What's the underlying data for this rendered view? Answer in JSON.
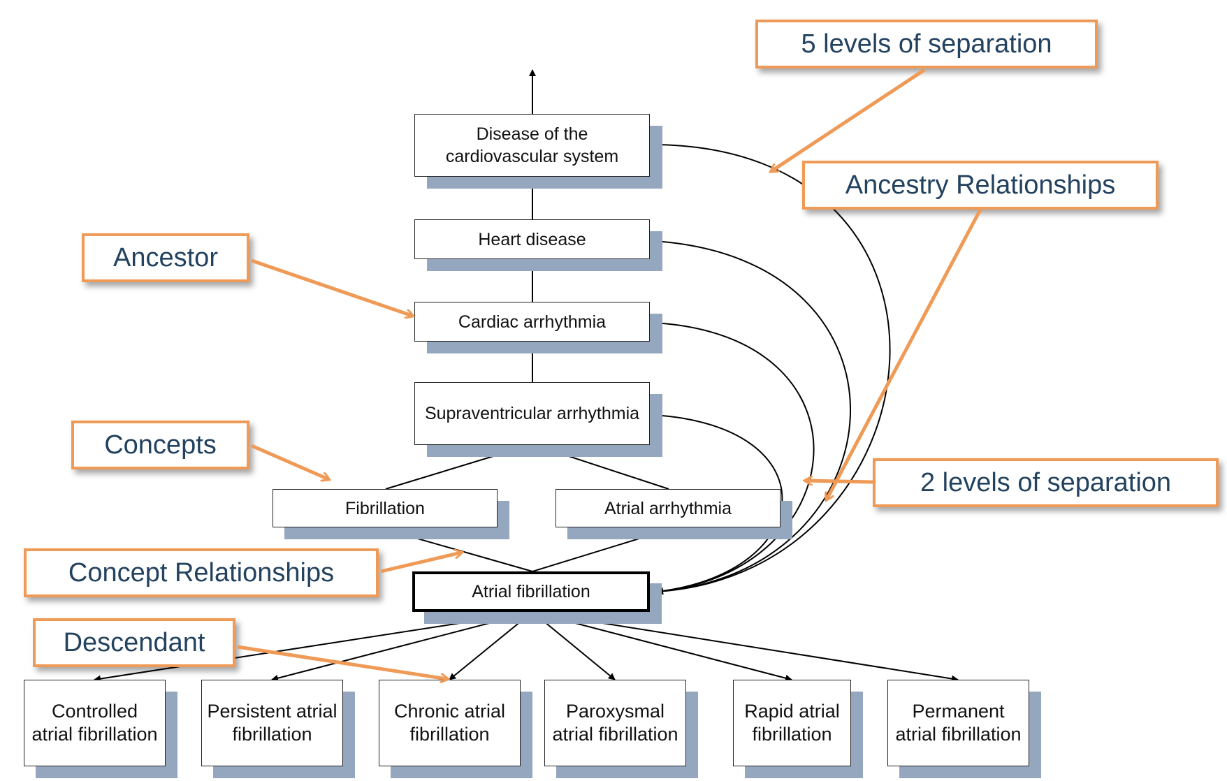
{
  "colors": {
    "accent": "#ef9a56",
    "callout_text": "#23425f",
    "shadow": "#95a6bf"
  },
  "nodes": {
    "disease_cardio": "Disease of the cardiovascular system",
    "heart_disease": "Heart disease",
    "cardiac_arrhythmia": "Cardiac arrhythmia",
    "supraventricular": "Supraventricular arrhythmia",
    "fibrillation": "Fibrillation",
    "atrial_arrhythmia": "Atrial arrhythmia",
    "atrial_fibrillation": "Atrial fibrillation",
    "controlled": "Controlled atrial fibrillation",
    "persistent": "Persistent atrial fibrillation",
    "chronic": "Chronic atrial fibrillation",
    "paroxysmal": "Paroxysmal atrial fibrillation",
    "rapid": "Rapid atrial fibrillation",
    "permanent": "Permanent atrial fibrillation"
  },
  "callouts": {
    "five_levels": "5 levels of separation",
    "ancestry": "Ancestry Relationships",
    "ancestor": "Ancestor",
    "concepts": "Concepts",
    "two_levels": "2 levels of separation",
    "concept_relationships": "Concept Relationships",
    "descendant": "Descendant"
  }
}
